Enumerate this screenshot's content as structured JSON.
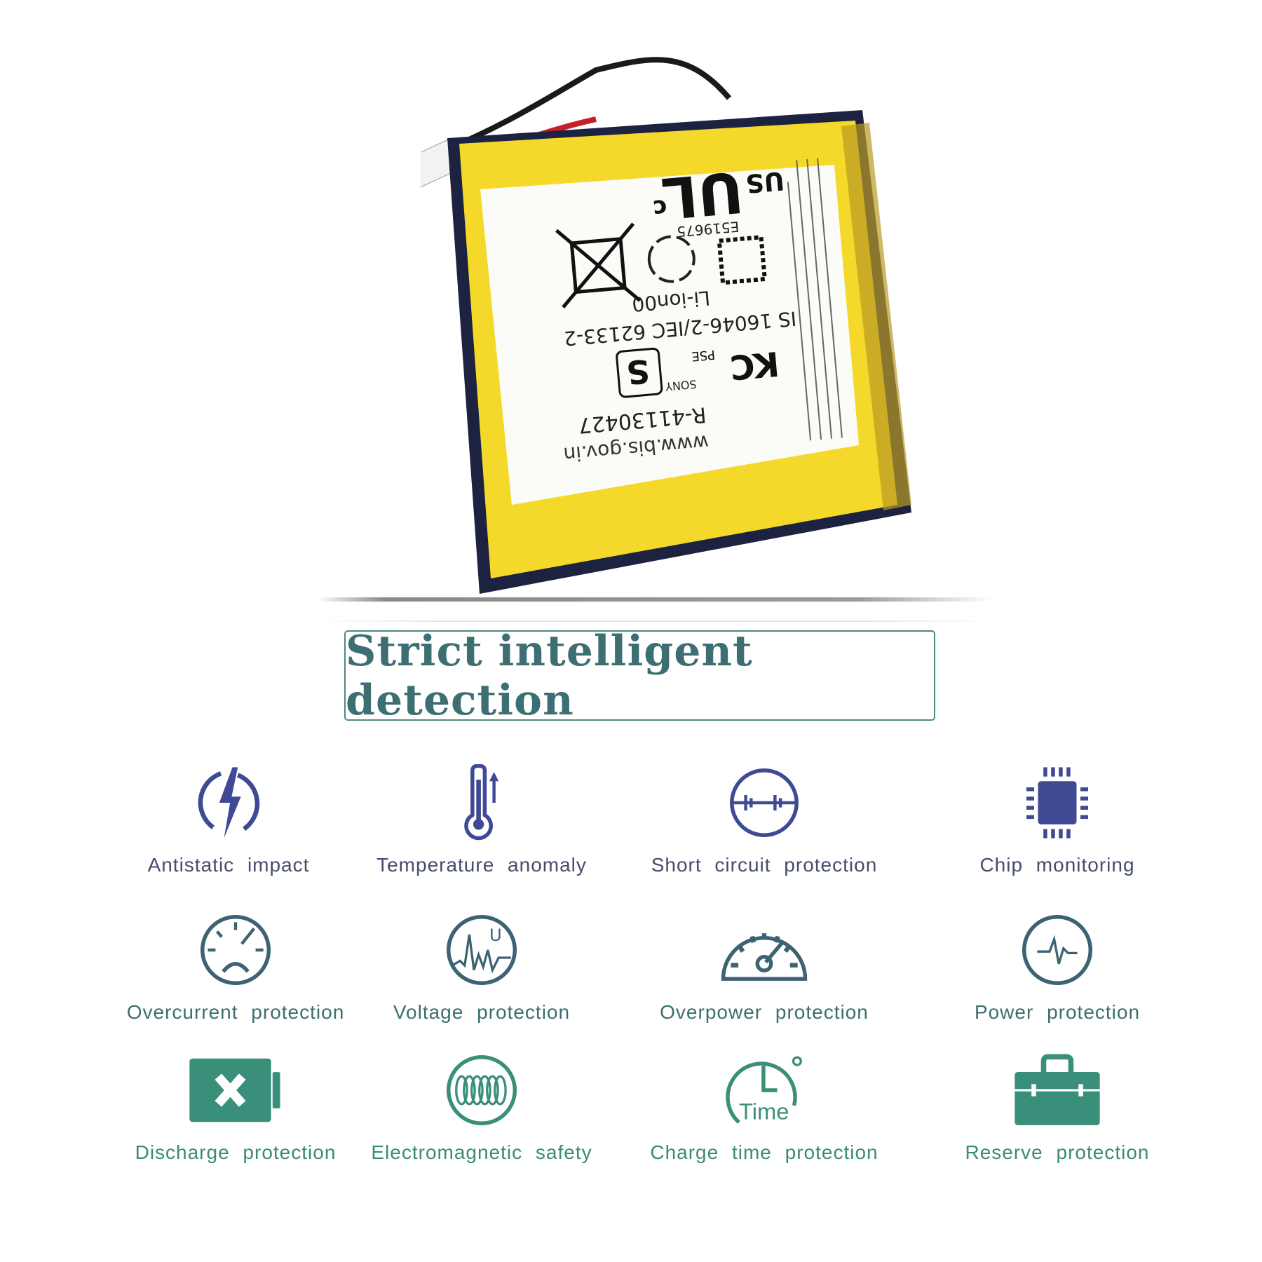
{
  "product_label": {
    "website": "www.bis.gov.in",
    "registration": "R-41130427",
    "standard": "IS 16046-2/IEC 62133-2",
    "chemistry": "Li-ion00",
    "ul_number": "E519675",
    "brand": "SONY",
    "ul_marks": [
      "c",
      "US"
    ],
    "cert_marks": [
      "KC",
      "PSE"
    ]
  },
  "title": "Strict intelligent detection",
  "colors": {
    "row1": "#3f4a94",
    "row2": "#3d6272",
    "row3": "#3a8f7a",
    "title": "#3d6f72"
  },
  "features": [
    {
      "label": "Antistatic impact",
      "icon": "lightning-circle-icon"
    },
    {
      "label": "Temperature anomaly",
      "icon": "thermometer-icon"
    },
    {
      "label": "Short circuit protection",
      "icon": "circuit-circle-icon"
    },
    {
      "label": "Chip monitoring",
      "icon": "chip-icon"
    },
    {
      "label": "Overcurrent protection",
      "icon": "sad-gauge-icon"
    },
    {
      "label": "Voltage protection",
      "icon": "voltage-wave-icon"
    },
    {
      "label": "Overpower protection",
      "icon": "speedometer-icon"
    },
    {
      "label": "Power protection",
      "icon": "pulse-icon"
    },
    {
      "label": "Discharge protection",
      "icon": "battery-x-icon"
    },
    {
      "label": "Electromagnetic safety",
      "icon": "coil-icon"
    },
    {
      "label": "Charge time protection",
      "icon": "timer-icon"
    },
    {
      "label": "Reserve protection",
      "icon": "toolbox-icon"
    }
  ],
  "timer_icon_text": "Time"
}
